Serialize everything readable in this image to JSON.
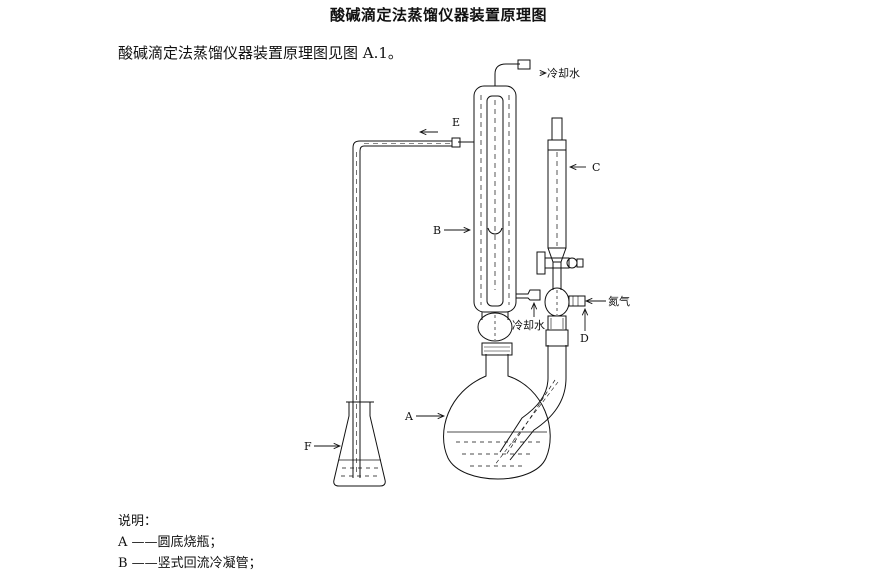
{
  "page": {
    "title": "酸碱滴定法蒸馏仪器装置原理图",
    "intro": "酸碱滴定法蒸馏仪器装置原理图见图 A.1。"
  },
  "diagram": {
    "labels": {
      "a": "A",
      "b": "B",
      "c": "C",
      "d": "D",
      "e": "E",
      "f": "F",
      "cooling_water_top": "冷却水",
      "cooling_water_bottom": "冷却水",
      "nitrogen": "氮气"
    }
  },
  "legend": {
    "heading": "说明：",
    "items": [
      "A ——圆底烧瓶；",
      "B ——竖式回流冷凝管；"
    ]
  }
}
